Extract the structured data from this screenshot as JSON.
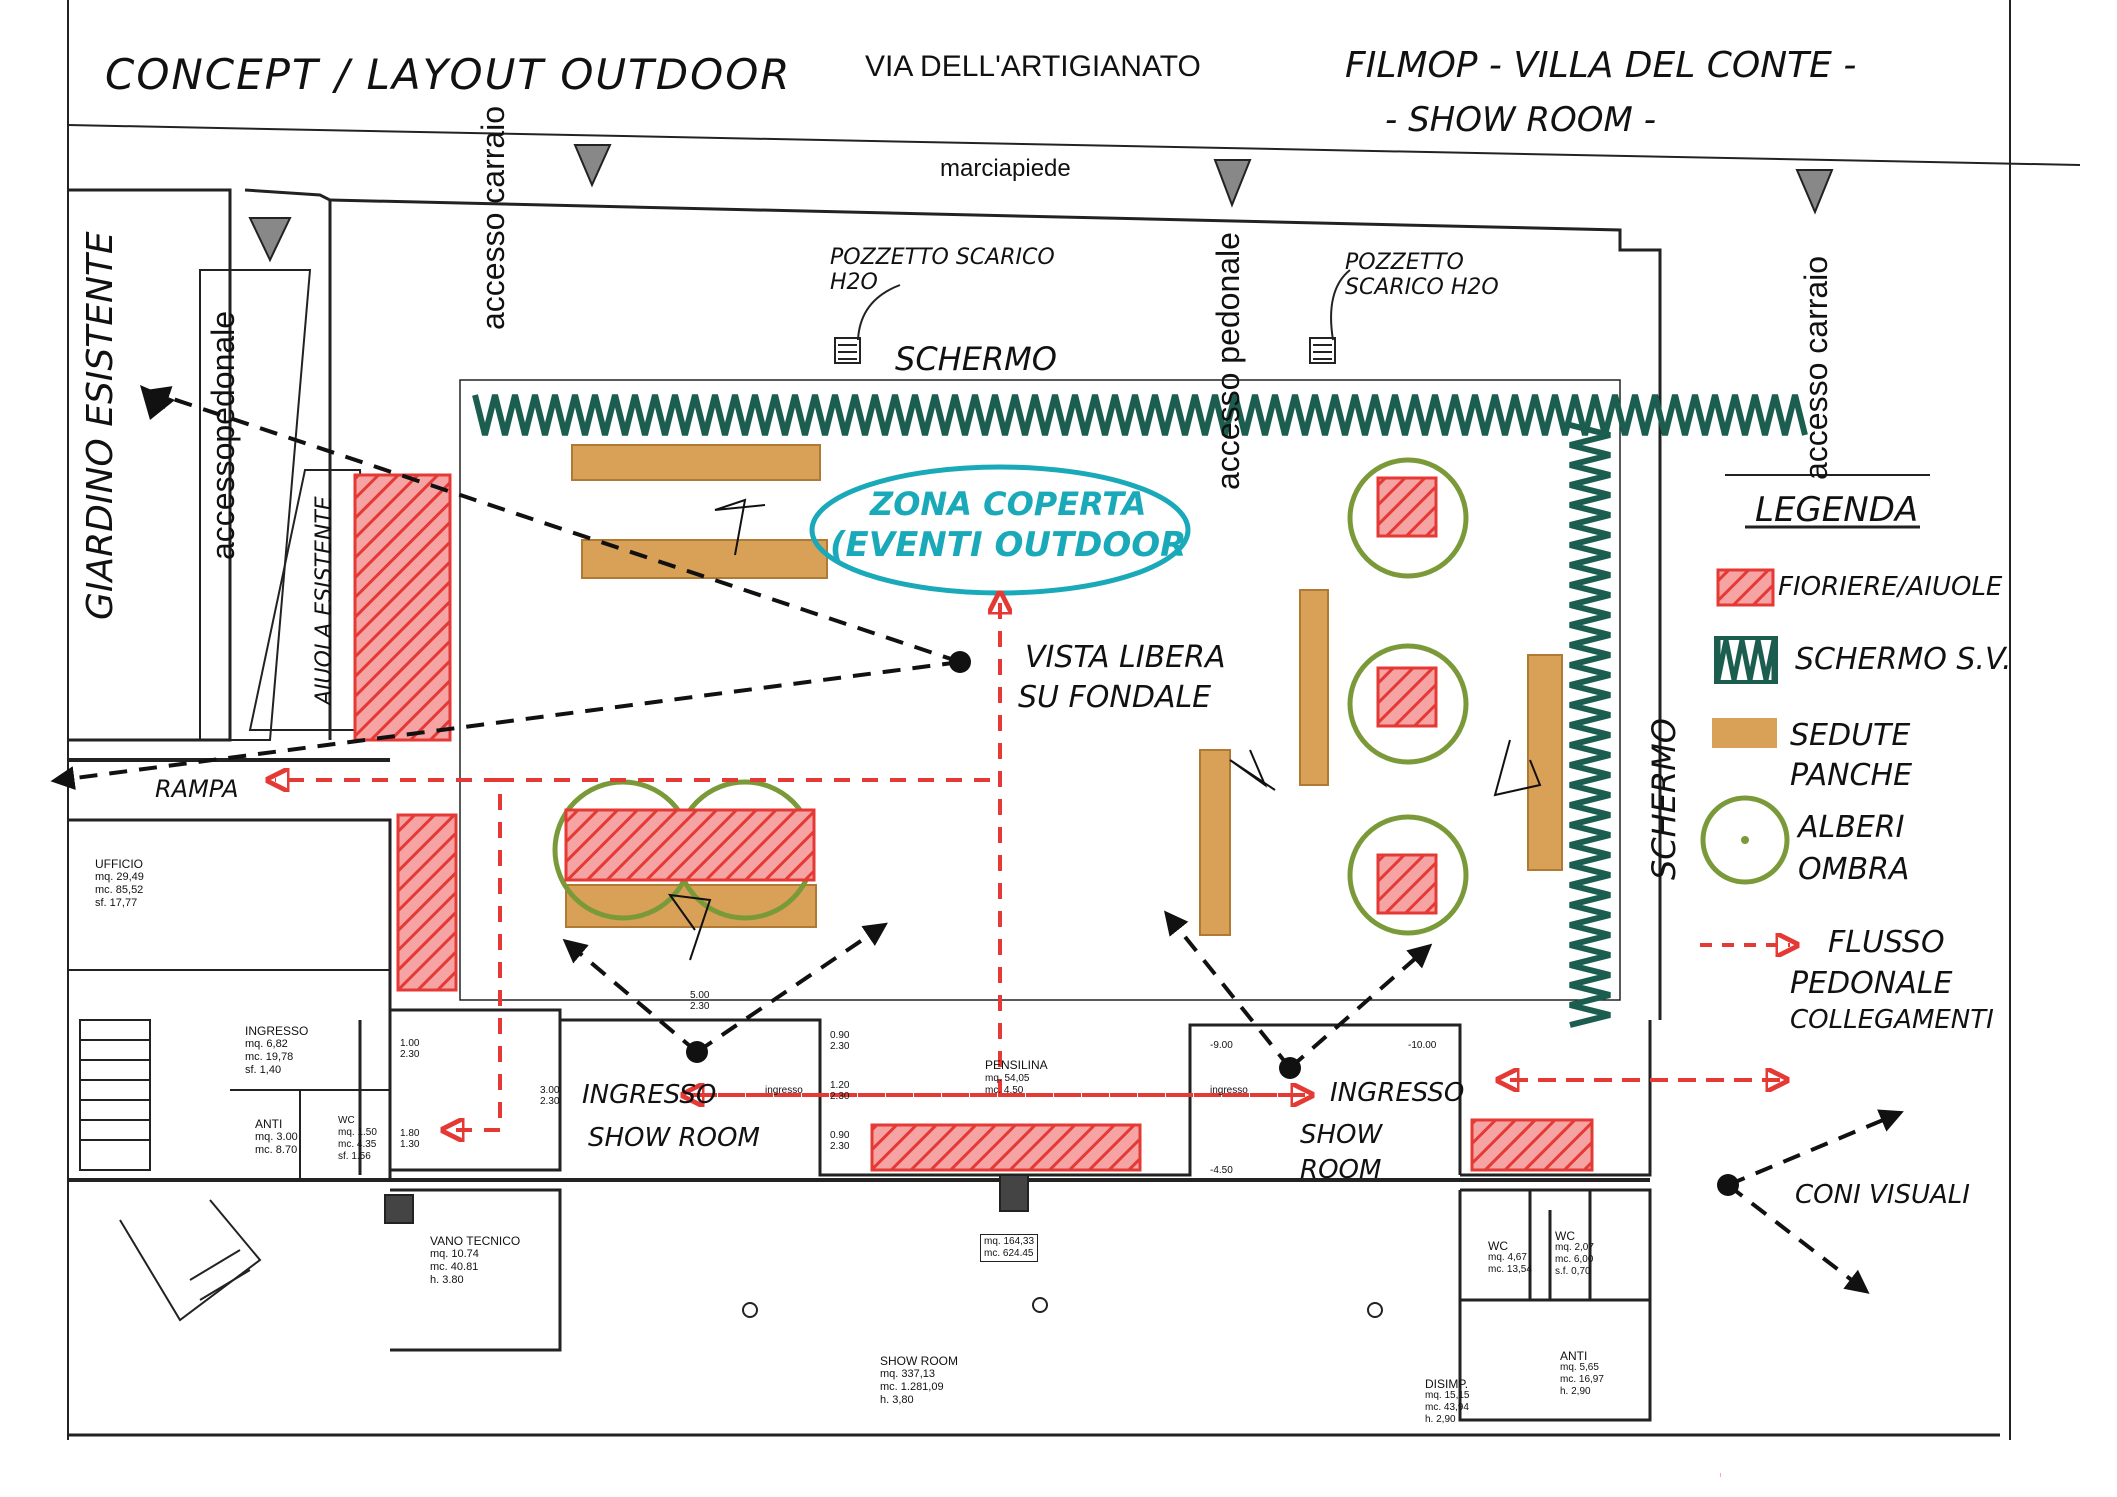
{
  "header": {
    "concept": "CONCEPT / LAYOUT OUTDOOR",
    "street": "VIA DELL'ARTIGIANATO",
    "project_line1": "FILMOP - VILLA DEL CONTE -",
    "project_line2": "- SHOW ROOM -"
  },
  "site": {
    "sidewalk": "marciapiede",
    "access_car_left": "accesso carraio",
    "access_ped_center": "accesso pedonale",
    "access_car_right": "accesso carraio",
    "access_ped_left": "accessopedonale",
    "garden": "GIARDINO ESISTENTE",
    "flowerbed": "AIUOLA ESISTENTE",
    "drain_left": "POZZETTO SCARICO H2O",
    "drain_right": "POZZETTO SCARICO H2O",
    "screen_top": "SCHERMO",
    "screen_right": "SCHERMO",
    "covered_zone_line1": "ZONA COPERTA",
    "covered_zone_line2": "(EVENTI OUTDOOR",
    "free_view_line1": "VISTA LIBERA",
    "free_view_line2": "SU FONDALE",
    "ramp": "RAMPA",
    "entry_left_line1": "INGRESSO",
    "entry_left_line2": "SHOW ROOM",
    "entry_right_line1": "INGRESSO",
    "entry_right_line2": "SHOW",
    "entry_right_line3": "ROOM",
    "canopy": "PENSILINA"
  },
  "legend": {
    "title": "LEGENDA",
    "planters": "FIORIERE/AIUOLE",
    "screen": "SCHERMO S.V.",
    "seats_line1": "SEDUTE",
    "seats_line2": "PANCHE",
    "trees_line1": "ALBERI",
    "trees_line2": "OMBRA",
    "flow_line1": "FLUSSO",
    "flow_line2": "PEDONALE",
    "flow_line3": "COLLEGAMENTI",
    "cones": "CONI VISUALI"
  },
  "rooms": {
    "ufficio": {
      "name": "UFFICIO",
      "l1": "mq. 29,49",
      "l2": "mc. 85,52",
      "l3": "sf. 17,77"
    },
    "ingresso": {
      "name": "INGRESSO",
      "l1": "mq. 6,82",
      "l2": "mc. 19,78",
      "l3": "sf. 1,40"
    },
    "anti_left": {
      "name": "ANTI",
      "l1": "mq. 3.00",
      "l2": "mc. 8.70"
    },
    "wc_left": {
      "name": "WC",
      "l1": "mq. 1.50",
      "l2": "mc. 4.35",
      "l3": "sf. 1.56"
    },
    "vano": {
      "name": "VANO TECNICO",
      "l1": "mq. 10.74",
      "l2": "mc. 40.81",
      "l3": "h. 3.80"
    },
    "pensilina": {
      "l1": "mq. 54,05",
      "l2": "mc. 4.50"
    },
    "area_total": {
      "l1": "mq. 164,33",
      "l2": "mc. 624.45"
    },
    "showroom": {
      "name": "SHOW ROOM",
      "l1": "mq. 337,13",
      "l2": "mc. 1.281,09",
      "l3": "h. 3,80"
    },
    "wc_r1": {
      "name": "WC",
      "l1": "mq. 4,67",
      "l2": "mc. 13,54"
    },
    "wc_r2": {
      "name": "WC",
      "l1": "mq. 2,07",
      "l2": "mc. 6,00",
      "l3": "s.f. 0,70"
    },
    "anti_right": {
      "name": "ANTI",
      "l1": "mq. 5,65",
      "l2": "mc. 16,97",
      "l3": "h. 2,90"
    },
    "disimp": {
      "name": "DISIMP.",
      "l1": "mq. 15,15",
      "l2": "mc. 43,94",
      "l3": "h. 2,90"
    }
  },
  "dims": {
    "d1": "5.00",
    "d1b": "2.30",
    "d2": "0.90",
    "d2b": "2.30",
    "d3": "1.20",
    "d3b": "2.30",
    "d4": "0.90",
    "d4b": "2.30",
    "d5": "3.00",
    "d5b": "2.30",
    "d6": "1.00",
    "d6b": "2.30",
    "d7": "1.80",
    "d7b": "1.30",
    "lvl1": "-9.00",
    "lvl2": "-10.00",
    "lvl3": "-4.50",
    "ingresso_small": "ingresso"
  },
  "colors": {
    "planter": "#e53935",
    "screen": "#1b5e50",
    "seat": "#d9a158",
    "tree": "#7a9a3a",
    "flow": "#e53935",
    "cone": "#111111",
    "zone": "#19a9b8"
  }
}
